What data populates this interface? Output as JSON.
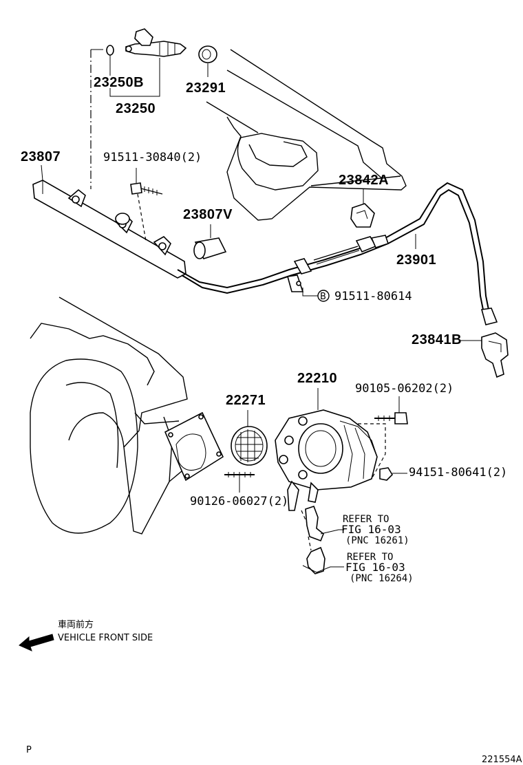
{
  "labels": {
    "p23250B": "23250B",
    "p23250": "23250",
    "p23291": "23291",
    "p23807": "23807",
    "p91511_30840": "91511-30840(2)",
    "p23842A": "23842A",
    "p23807V": "23807V",
    "p23901": "23901",
    "p91511_80614": "91511-80614",
    "bolt_b": "B",
    "p23841B": "23841B",
    "p22210": "22210",
    "p22271": "22271",
    "p90105_06202": "90105-06202(2)",
    "p94151_80641": "94151-80641(2)",
    "p90126_06027": "90126-06027(2)"
  },
  "references": [
    {
      "refer": "REFER TO",
      "fig": "FIG 16-03",
      "pnc": "(PNC 16261)"
    },
    {
      "refer": "REFER TO",
      "fig": "FIG 16-03",
      "pnc": "(PNC 16264)"
    }
  ],
  "front": {
    "jp": "車両前方",
    "en": "VEHICLE FRONT SIDE"
  },
  "footer": {
    "left": "P",
    "right": "221554A"
  }
}
